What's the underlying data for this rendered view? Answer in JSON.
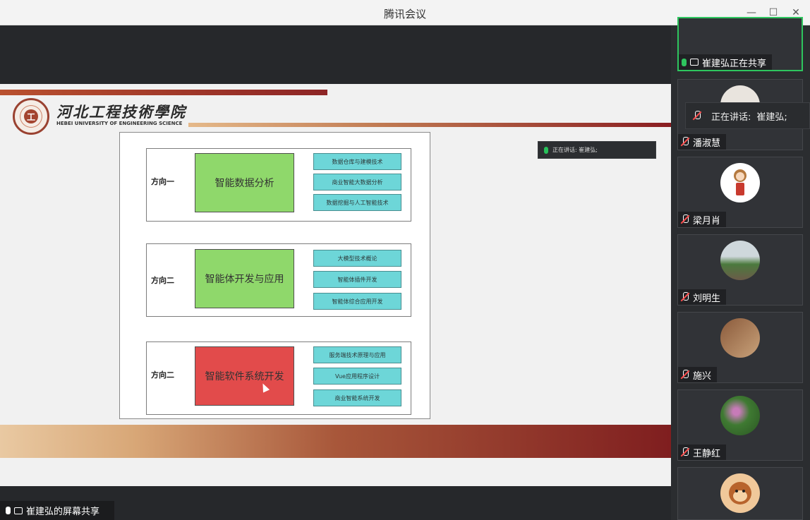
{
  "window": {
    "title": "腾讯会议"
  },
  "share": {
    "label": "崔建弘的屏幕共享"
  },
  "slide": {
    "logo_cn": "河北工程技術學院",
    "logo_en": "HEBEI UNIVERSITY OF ENGINEERING SCIENCE",
    "speaker_mini": "正在讲话:  崔建弘;",
    "groups": [
      {
        "label": "方向一",
        "main": "智能数据分析",
        "color": "green",
        "subs": [
          "数据仓库与建模技术",
          "商业智能大数据分析",
          "数据挖掘与人工智能技术"
        ]
      },
      {
        "label": "方向二",
        "main": "智能体开发与应用",
        "color": "green",
        "subs": [
          "大模型技术概论",
          "智能体插件开发",
          "智能体综合应用开发"
        ]
      },
      {
        "label": "方向二",
        "main": "智能软件系统开发",
        "color": "red",
        "subs": [
          "服务端技术原理与应用",
          "Vue应用程序设计",
          "商业智能系统开发"
        ]
      }
    ]
  },
  "speaking": {
    "prefix": "正在讲话:",
    "name": "崔建弘;"
  },
  "participants": [
    {
      "name": "崔建弘正在共享",
      "sharing": true
    },
    {
      "name": "潘淑慧"
    },
    {
      "name": "梁月肖"
    },
    {
      "name": "刘明生"
    },
    {
      "name": "施兴"
    },
    {
      "name": "王静红"
    },
    {
      "name": ""
    }
  ],
  "colors": {
    "accent_green": "#2ec55e",
    "slide_red": "#8d2526"
  }
}
